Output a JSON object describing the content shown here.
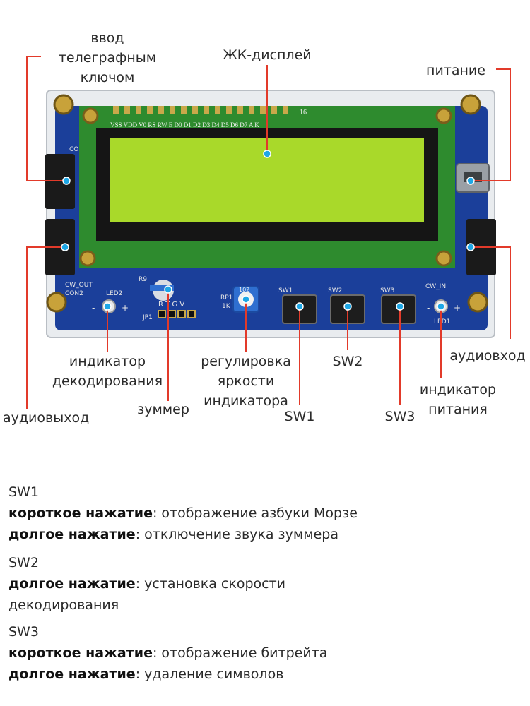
{
  "labels": {
    "key_input": [
      "ввод",
      "телеграфным",
      "ключом"
    ],
    "lcd": "ЖК-дисплей",
    "power": "питание",
    "decode_led": [
      "индикатор",
      "декодирования"
    ],
    "brightness": [
      "регулировка",
      "яркости",
      "индикатора"
    ],
    "sw2": "SW2",
    "audio_in": "аудиовход",
    "power_led": [
      "индикатор",
      "питания"
    ],
    "audio_out": "аудиовыход",
    "buzzer": "зуммер",
    "sw1": "SW1",
    "sw3": "SW3"
  },
  "board": {
    "silk_lcd_pins": "VSS VDD V0 RS RW E D0 D1 D2 D3 D4 D5 D6 D7 A K",
    "pin_16": "16",
    "silk_cw_out": "CW_OUT",
    "silk_con2": "CON2",
    "silk_led2": "LED2",
    "silk_jp1": "JP1",
    "silk_rtgv": "R T G V",
    "silk_r9": "R9",
    "silk_rp1": "RP1",
    "silk_1k": "1K",
    "silk_pot": "102",
    "silk_sw1": "SW1",
    "silk_sw2": "SW2",
    "silk_sw3": "SW3",
    "silk_cw_in": "CW_IN",
    "silk_led1": "LED1",
    "silk_con": "CO",
    "silk_minus": "-",
    "silk_plus": "+"
  },
  "descriptions": [
    {
      "title": "SW1",
      "lines": [
        {
          "bold": "короткое нажатие",
          "text": ": отображение азбуки Морзе"
        },
        {
          "bold": "долгое нажатие",
          "text": ": отключение звука зуммера"
        }
      ]
    },
    {
      "title": "SW2",
      "lines": [
        {
          "bold": "долгое нажатие",
          "text": ": установка скорости"
        },
        {
          "bold": "",
          "text": "декодирования"
        }
      ]
    },
    {
      "title": "SW3",
      "lines": [
        {
          "bold": "короткое нажатие",
          "text": ": отображение битрейта"
        },
        {
          "bold": "долгое нажатие",
          "text": ": удаление символов"
        }
      ]
    }
  ],
  "colors": {
    "pcb": "#1b3f9a",
    "lcd_board": "#2e8b2e",
    "lcd_screen": "#a9d92a",
    "callout": "#e23a2a",
    "marker": "#1ea7e6"
  }
}
